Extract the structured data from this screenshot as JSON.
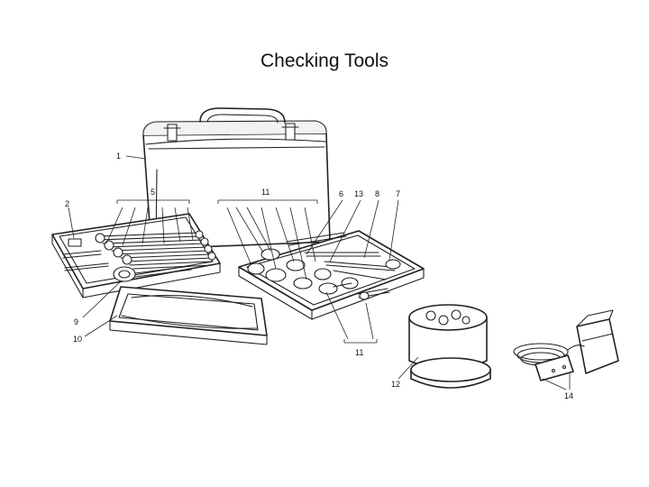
{
  "title": "Checking Tools",
  "callouts": {
    "c1": "1",
    "c2": "2",
    "c5": "5",
    "c6": "6",
    "c7": "7",
    "c8": "8",
    "c9": "9",
    "c10": "10",
    "c11a": "11",
    "c11b": "11",
    "c12": "12",
    "c13": "13",
    "c14": "14"
  }
}
